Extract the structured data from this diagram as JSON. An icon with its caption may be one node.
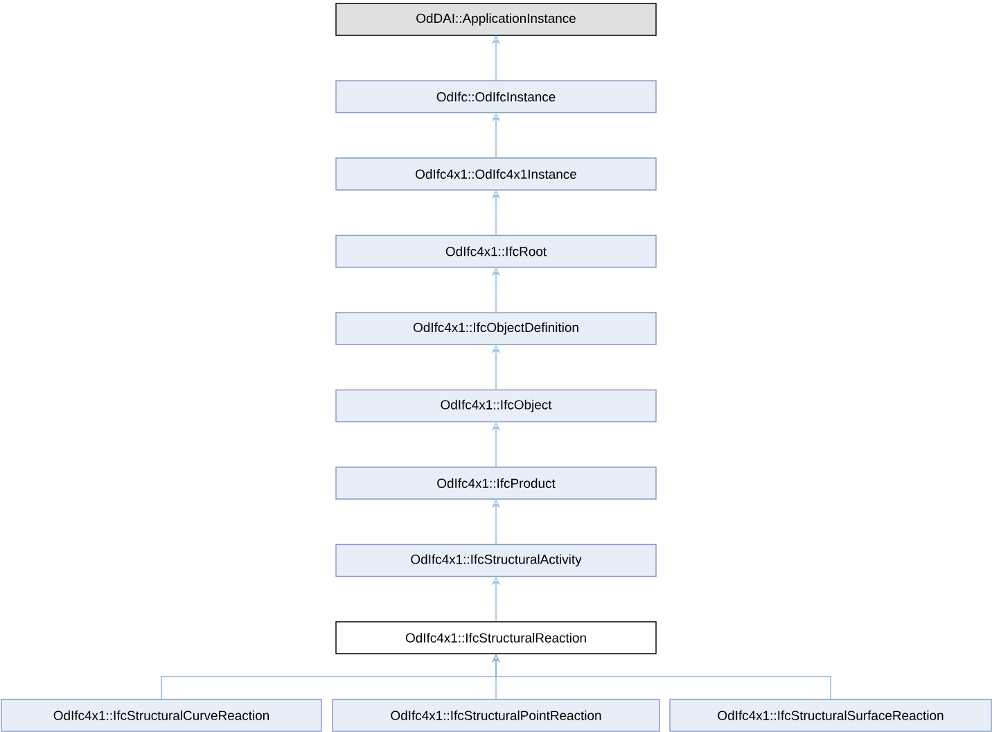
{
  "diagram": {
    "nodes": [
      {
        "text": [
          "OdDAI::ApplicationInstance"
        ]
      },
      {
        "text": [
          "OdIfc::OdIfcInstance"
        ]
      },
      {
        "text": [
          "OdIfc4x1::OdIfc4x1Instance"
        ]
      },
      {
        "text": [
          "OdIfc4x1::IfcRoot"
        ]
      },
      {
        "text": [
          "OdIfc4x1::IfcObjectDefinition"
        ]
      },
      {
        "text": [
          "OdIfc4x1::IfcObject"
        ]
      },
      {
        "text": [
          "OdIfc4x1::IfcProduct"
        ]
      },
      {
        "text": [
          "OdIfc4x1::IfcStructuralActivity"
        ]
      },
      {
        "text": [
          "OdIfc4x1::IfcStructuralReaction"
        ]
      },
      {
        "text": [
          "OdIfc4x1::IfcStructuralCurveReaction"
        ]
      },
      {
        "text": [
          "OdIfc4x1::IfcStructuralPointReaction"
        ]
      },
      {
        "text": [
          "OdIfc4x1::IfcStructuralSurfaceReaction"
        ]
      }
    ],
    "edges": [
      {
        "from": 1,
        "to": 0,
        "arrow": "to"
      },
      {
        "from": 2,
        "to": 1,
        "arrow": "to"
      },
      {
        "from": 3,
        "to": 2,
        "arrow": "to"
      },
      {
        "from": 4,
        "to": 3,
        "arrow": "to"
      },
      {
        "from": 5,
        "to": 4,
        "arrow": "to"
      },
      {
        "from": 6,
        "to": 5,
        "arrow": "to"
      },
      {
        "from": 7,
        "to": 6,
        "arrow": "to"
      },
      {
        "from": 8,
        "to": 7,
        "arrow": "to"
      },
      {
        "from": 9,
        "to": 8,
        "arrow": "to"
      },
      {
        "from": 10,
        "to": 8,
        "arrow": "to"
      },
      {
        "from": 11,
        "to": 8,
        "arrow": "to"
      }
    ]
  }
}
